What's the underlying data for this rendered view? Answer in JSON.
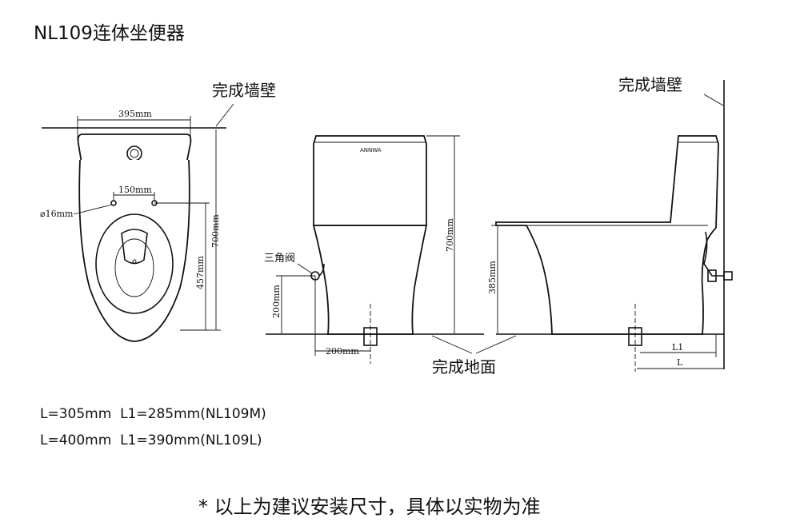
{
  "title": "NL109连体坐便器",
  "labels": {
    "finished_wall": "完成墙壁",
    "finished_floor": "完成地面",
    "angle_valve": "三角阀",
    "brand": "ANNWA"
  },
  "dimensions": {
    "top_width": "395mm",
    "hole_spacing": "150mm",
    "hole_diameter": "⌀16mm",
    "total_height_top": "700mm",
    "drain_distance_top": "457mm",
    "front_height": "700mm",
    "valve_height": "200mm",
    "valve_offset": "200mm",
    "seat_height": "385mm",
    "L1": "L1",
    "L": "L"
  },
  "specs": [
    {
      "text": "L=305mm  L1=285mm(NL109M)"
    },
    {
      "text": "L=400mm  L1=390mm(NL109L)"
    }
  ],
  "note": "* 以上为建议安装尺寸，具体以实物为准"
}
